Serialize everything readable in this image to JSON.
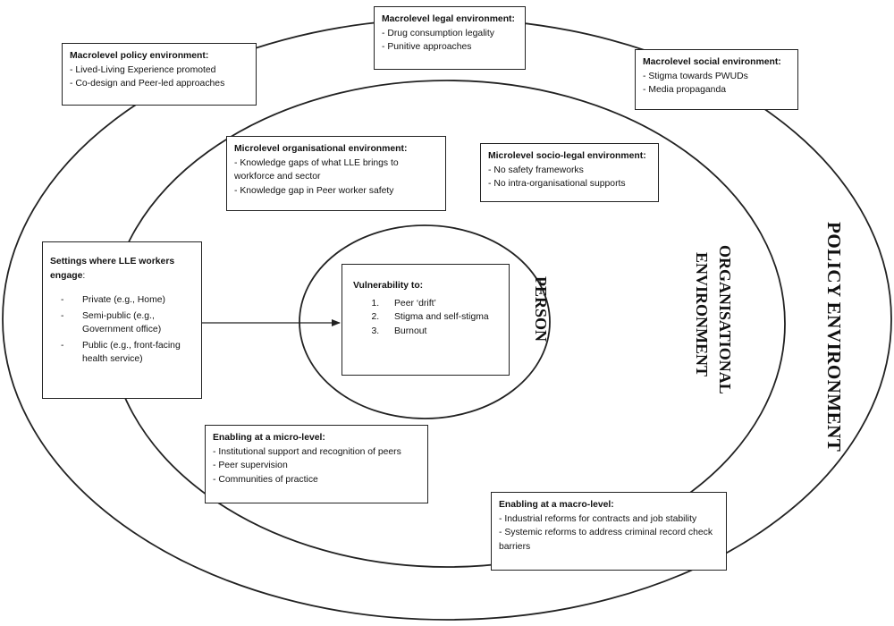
{
  "colors": {
    "stroke": "#222222",
    "background": "#ffffff",
    "text": "#111111"
  },
  "ring_labels": {
    "policy": "POLICY ENVIRONMENT",
    "organisational_line1": "ORGANISATIONAL",
    "organisational_line2": "ENVIRONMENT",
    "person": "PERSON"
  },
  "macro_policy": {
    "title": "Macrolevel policy environment:",
    "items": [
      "- Lived-Living Experience promoted",
      "- Co-design and Peer-led approaches"
    ]
  },
  "macro_legal": {
    "title": "Macrolevel legal environment:",
    "items": [
      "- Drug consumption legality",
      "- Punitive approaches"
    ]
  },
  "macro_social": {
    "title": "Macrolevel social environment:",
    "items": [
      "- Stigma towards PWUDs",
      "- Media propaganda"
    ]
  },
  "micro_org": {
    "title": "Microlevel organisational environment:",
    "items": [
      "- Knowledge gaps of what LLE brings to workforce and sector",
      "- Knowledge gap in Peer worker safety"
    ]
  },
  "micro_sociolegal": {
    "title": "Microlevel socio-legal environment:",
    "items": [
      "- No safety frameworks",
      "- No intra-organisational supports"
    ]
  },
  "settings": {
    "title": "Settings where LLE workers engage",
    "colon": ":",
    "items": [
      "Private (e.g., Home)",
      "Semi-public (e.g., Government office)",
      "Public (e.g., front-facing health service)"
    ]
  },
  "vulnerability": {
    "title": "Vulnerability to:",
    "items": [
      "Peer ‘drift’",
      "Stigma and self-stigma",
      "Burnout"
    ]
  },
  "enabling_micro": {
    "title": "Enabling at a micro-level:",
    "items": [
      "- Institutional support and recognition of peers",
      "- Peer supervision",
      "- Communities of practice"
    ]
  },
  "enabling_macro": {
    "title": "Enabling at a macro-level:",
    "items": [
      "- Industrial reforms for contracts and job stability",
      "- Systemic reforms to address criminal record check barriers"
    ]
  }
}
